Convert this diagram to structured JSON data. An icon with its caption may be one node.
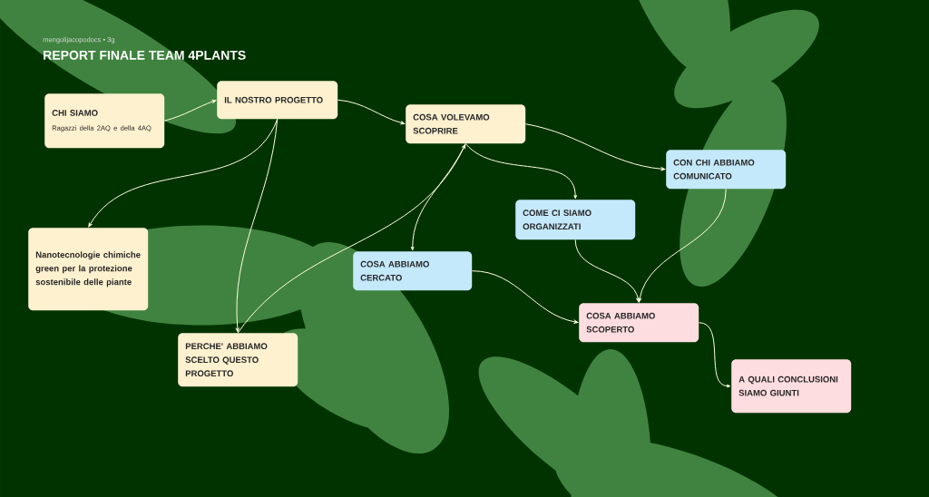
{
  "diagram": {
    "title": "REPORT FINALE TEAM 4PLANTS",
    "nodes": [
      {
        "text": [
          "CHI SIAMO",
          "Ragazzi della 2AQ e della 4AQ"
        ]
      },
      {
        "text": [
          "IL NOSTRO PROGETTO"
        ]
      },
      {
        "text": [
          "COSA VOLEVAMO SCOPRIRE"
        ]
      },
      {
        "text": [
          "CON CHI ABBIAMO COMUNICATO"
        ]
      },
      {
        "text": [
          "COME CI SIAMO ORGANIZZATI"
        ]
      },
      {
        "text": [
          "Nanotecnologie chimiche green per la protezione sostenibile delle piante"
        ]
      },
      {
        "text": [
          "COSA ABBIAMO CERCATO"
        ]
      },
      {
        "text": [
          "COSA ABBIAMO SCOPERTO"
        ]
      },
      {
        "text": [
          "PERCHE' ABBIAMO SCELTO QUESTO PROGETTO"
        ]
      },
      {
        "text": [
          "A QUALI CONCLUSIONI SIAMO GIUNTI"
        ]
      }
    ],
    "edges": [
      {
        "from": 0,
        "to": 1,
        "arrow": "to"
      },
      {
        "from": 1,
        "to": 2,
        "arrow": "to"
      },
      {
        "from": 1,
        "to": 5,
        "arrow": "to"
      },
      {
        "from": 1,
        "to": 8,
        "arrow": "to"
      },
      {
        "from": 8,
        "to": 2,
        "arrow": "to"
      },
      {
        "from": 2,
        "to": 6,
        "arrow": "to"
      },
      {
        "from": 2,
        "to": 4,
        "arrow": "to"
      },
      {
        "from": 2,
        "to": 3,
        "arrow": "to"
      },
      {
        "from": 6,
        "to": 7,
        "arrow": "to"
      },
      {
        "from": 4,
        "to": 7,
        "arrow": "to"
      },
      {
        "from": 3,
        "to": 7,
        "arrow": "to"
      },
      {
        "from": 7,
        "to": 9,
        "arrow": "to"
      }
    ],
    "labels": [
      "mengolijacopodocs • 3g"
    ]
  }
}
